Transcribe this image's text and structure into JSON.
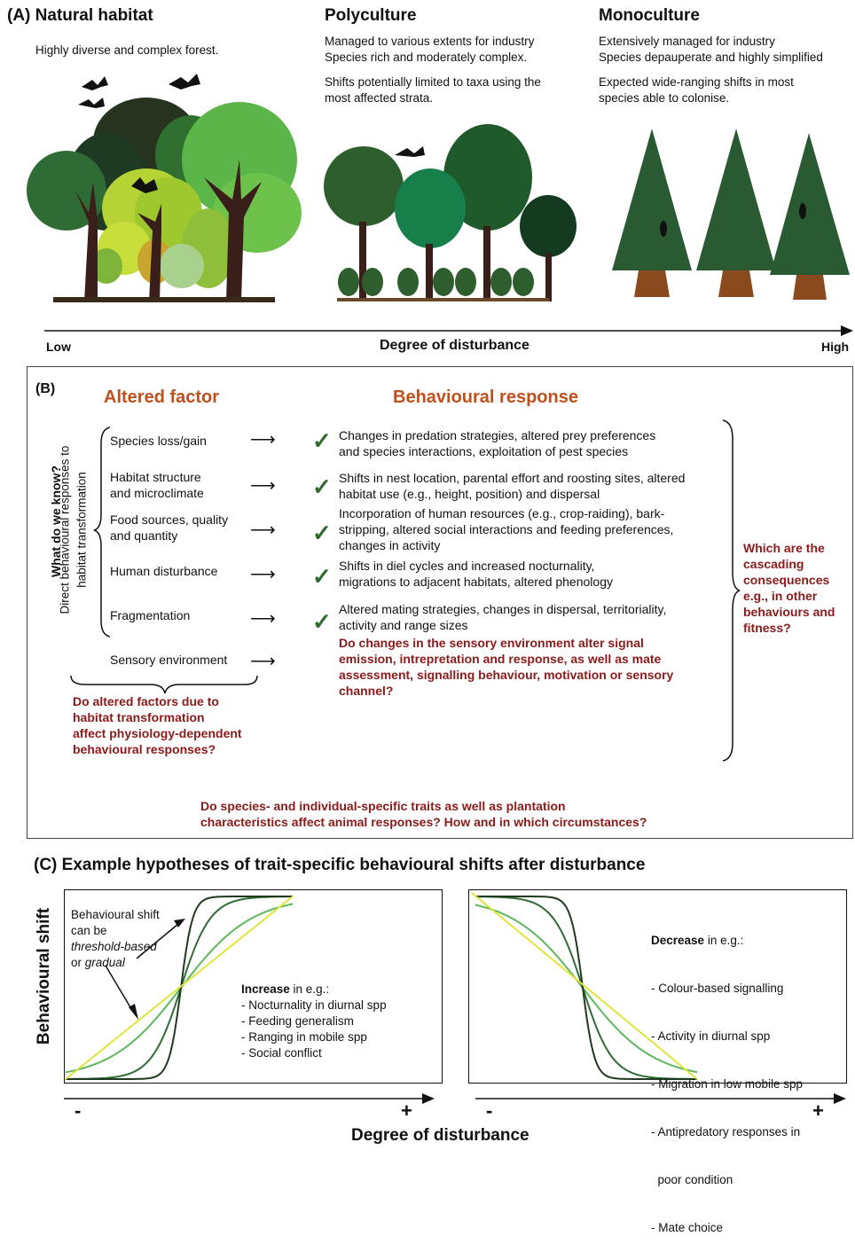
{
  "panelA": {
    "columns": [
      {
        "title": "(A) Natural habitat",
        "lines": [
          "Highly diverse and complex forest."
        ]
      },
      {
        "title": "Polyculture",
        "lines": [
          "Managed to various extents for industry",
          "Species rich and moderately complex.",
          "",
          "Shifts potentially limited to taxa using the",
          "most affected strata."
        ]
      },
      {
        "title": "Monoculture",
        "lines": [
          "Extensively managed for industry",
          "Species depauperate and highly simplified",
          "",
          "Expected wide-ranging shifts in most",
          "species able to colonise."
        ]
      }
    ],
    "axis": {
      "low": "Low",
      "label": "Degree of disturbance",
      "high": "High"
    }
  },
  "panelB": {
    "label": "(B)",
    "heading_factor": "Altered factor",
    "heading_response": "Behavioural response",
    "side_question": "What do we know?",
    "side_sub1": "Direct behavioural responses to",
    "side_sub2": "habitat transformation",
    "factors": [
      [
        "Species loss/gain"
      ],
      [
        "Habitat structure",
        "and microclimate"
      ],
      [
        "Food sources, quality",
        "and quantity"
      ],
      [
        "Human disturbance"
      ],
      [
        "Fragmentation"
      ],
      [
        "Sensory environment"
      ]
    ],
    "responses": [
      [
        "Changes in predation strategies, altered prey preferences",
        "and species interactions, exploitation of pest species"
      ],
      [
        "Shifts in nest location, parental effort and roosting sites, altered",
        "habitat use (e.g., height, position) and dispersal"
      ],
      [
        "Incorporation of human resources (e.g., crop-raiding), bark-",
        "stripping, altered social interactions and feeding preferences,",
        "changes in activity"
      ],
      [
        "Shifts in diel cycles and increased nocturnality,",
        "migrations to adjacent habitats, altered phenology"
      ],
      [
        "Altered mating strategies, changes in dispersal, territoriality,",
        "activity and range sizes"
      ]
    ],
    "check_mark": "✓",
    "arrow_glyph": "⟶",
    "sensory_question": [
      "Do changes in the sensory environment alter signal",
      "emission, intrepretation and response, as well as mate",
      "assessment, signalling behaviour, motivation or sensory",
      "channel?"
    ],
    "physiology_question": [
      "Do altered factors due to",
      "habitat transformation",
      "affect physiology-dependent",
      "behavioural responses?"
    ],
    "cascading_question": [
      "Which are the",
      "cascading",
      "consequences",
      "e.g., in other",
      "behaviours and",
      "fitness?"
    ],
    "traits_question": [
      "Do species- and individual-specific traits as well as plantation",
      "characteristics affect animal responses? How and in which circumstances?"
    ]
  },
  "panelC": {
    "title": "(C) Example hypotheses of trait-specific behavioural shifts after disturbance",
    "ylabel": "Behavioural shift",
    "xlabel": "Degree of disturbance",
    "minus": "-",
    "plus": "+",
    "annotation": [
      "Behavioural shift",
      "can be",
      "threshold-based",
      "or",
      "gradual"
    ],
    "increase": {
      "heading": "Increase",
      "suffix": " in e.g.:",
      "items": [
        "- Nocturnality in diurnal spp",
        "- Feeding generalism",
        "- Ranging in mobile spp",
        "- Social conflict"
      ]
    },
    "decrease": {
      "heading": "Decrease",
      "suffix": " in e.g.:",
      "items": [
        "- Colour-based signalling",
        "- Activity in diurnal spp",
        "- Migration in low mobile spp",
        "- Antipredatory responses in",
        "  poor condition",
        "- Mate choice"
      ]
    }
  },
  "colors": {
    "dark": "#1f3a1f",
    "mid": "#2e6b35",
    "light": "#5cb85c",
    "yellow": "#e3e43a",
    "red": "#8b1a1a",
    "orange": "#c0501c"
  }
}
